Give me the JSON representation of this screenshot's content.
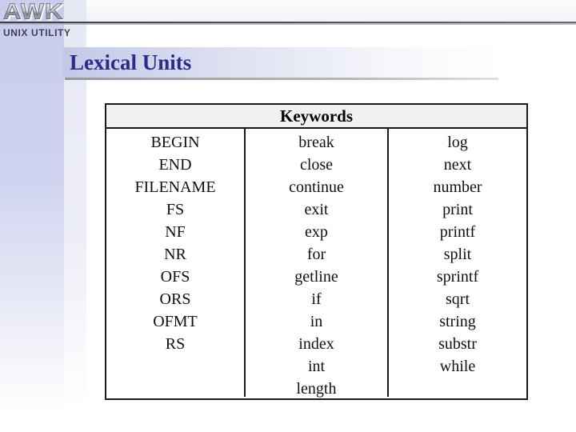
{
  "logo": {
    "brand": "AWK",
    "subtitle": "UNIX UTILITY"
  },
  "header": {
    "title": "Lexical Units"
  },
  "table": {
    "title": "Keywords",
    "columns": [
      [
        "BEGIN",
        "END",
        "FILENAME",
        "FS",
        "NF",
        "NR",
        "OFS",
        "ORS",
        "OFMT",
        "RS"
      ],
      [
        "break",
        "close",
        "continue",
        "exit",
        "exp",
        "for",
        "getline",
        "if",
        "in",
        "index",
        "int",
        "length"
      ],
      [
        "log",
        "next",
        "number",
        "print",
        "printf",
        "split",
        "sprintf",
        "sqrt",
        "string",
        "substr",
        "while"
      ]
    ]
  },
  "colors": {
    "title_text": "#2b2b8c",
    "accent_band": "#c9cdeb",
    "table_border": "#1a1a1a",
    "header_bg": "#f1f1f1",
    "logo_subtitle": "#3e3e52"
  }
}
